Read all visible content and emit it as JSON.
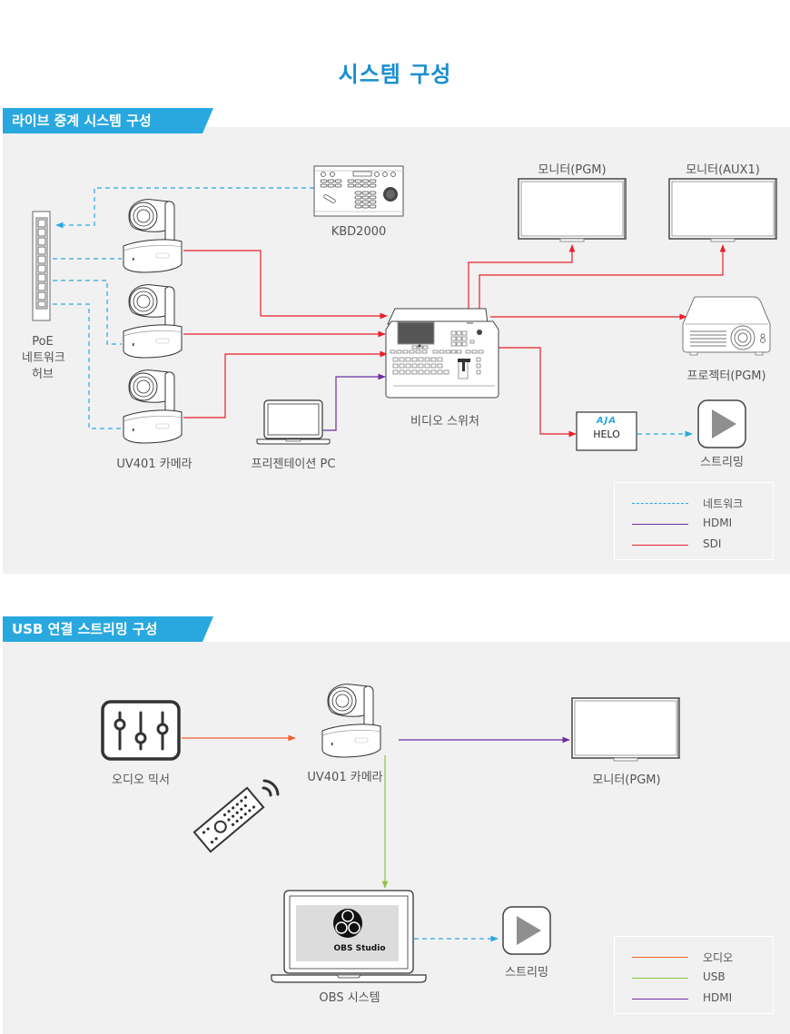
{
  "page": {
    "title": "시스템 구성"
  },
  "colors": {
    "accent": "#1a8fcf",
    "tab_blue": "#29a8e0",
    "network": "#29a8e0",
    "hdmi": "#6b2fa0",
    "sdi": "#e8202a",
    "audio": "#f0622d",
    "usb": "#8cc63f",
    "panel_bg": "#f1f1f1"
  },
  "live": {
    "section_title": "라이브 중계 시스템 구성",
    "labels": {
      "poe_hub": [
        "PoE",
        "네트워크",
        "허브"
      ],
      "kbd": "KBD2000",
      "camera": "UV401 카메라",
      "presentation_pc": "프리젠테이션 PC",
      "switcher": "비디오 스위처",
      "monitor_pgm": "모니터(PGM)",
      "monitor_aux": "모니터(AUX1)",
      "projector": "프로젝터(PGM)",
      "helo_brand": "AJA",
      "helo": "HELO",
      "streaming": "스트리밍"
    },
    "legend": [
      {
        "label": "네트워크",
        "type": "network"
      },
      {
        "label": "HDMI",
        "type": "hdmi"
      },
      {
        "label": "SDI",
        "type": "sdi"
      }
    ]
  },
  "usb": {
    "section_title": "USB 연결 스트리밍 구성",
    "labels": {
      "mixer": "오디오 믹서",
      "camera": "UV401 카메라",
      "monitor": "모니터(PGM)",
      "obs_screen": "OBS Studio",
      "obs_system": "OBS 시스템",
      "streaming": "스트리밍"
    },
    "legend": [
      {
        "label": "오디오",
        "type": "audio"
      },
      {
        "label": "USB",
        "type": "usb"
      },
      {
        "label": "HDMI",
        "type": "hdmi"
      }
    ]
  }
}
